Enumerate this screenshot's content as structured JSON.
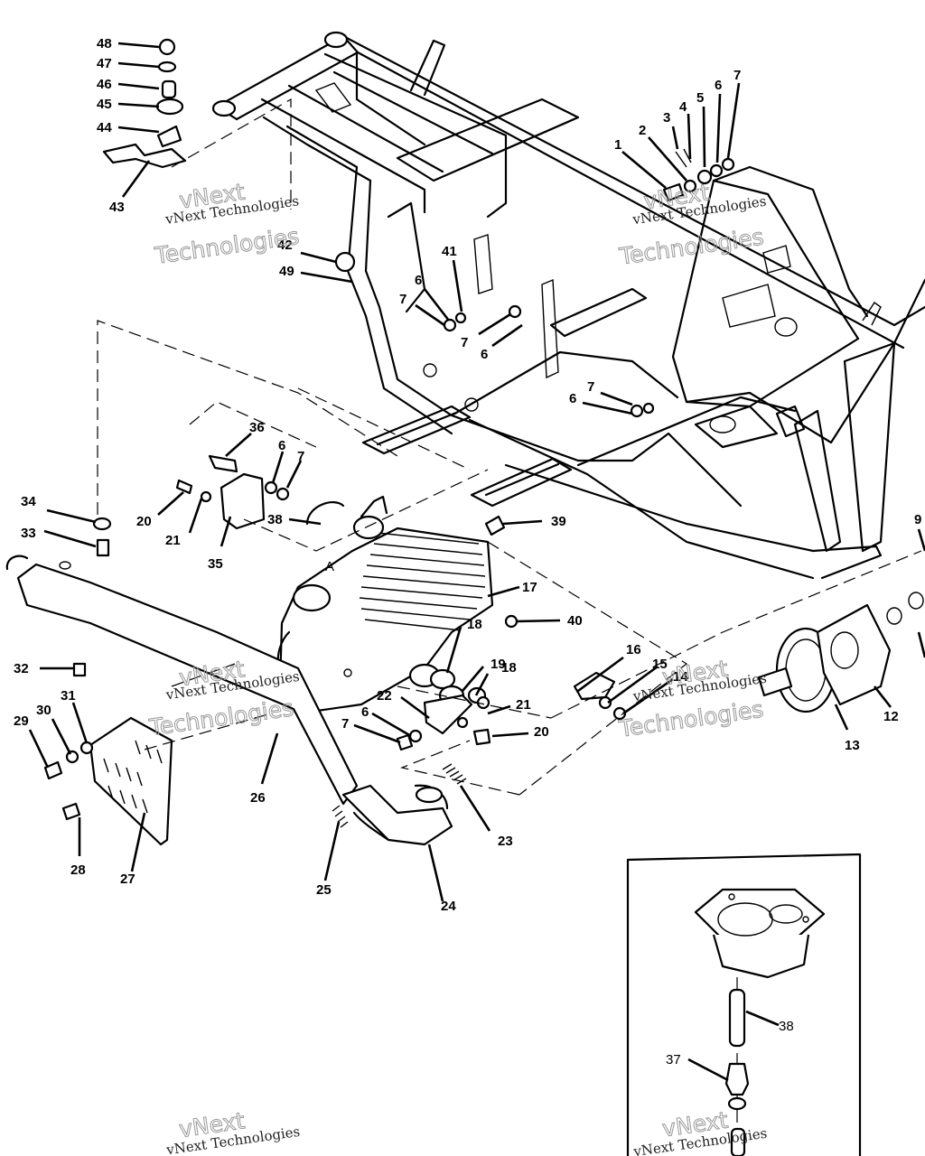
{
  "watermark": {
    "line1": "vNext",
    "line2": "vNext Technologies",
    "line3": "Technologies"
  },
  "detail_inset": {
    "labels": [
      "38",
      "37"
    ]
  },
  "callouts": {
    "c1": "1",
    "c2": "2",
    "c3": "3",
    "c4": "4",
    "c5": "5",
    "c6": "6",
    "c7": "7",
    "c9": "9",
    "c12": "12",
    "c13": "13",
    "c14": "14",
    "c15": "15",
    "c16": "16",
    "c17": "17",
    "c18a": "18",
    "c18b": "18",
    "c19": "19",
    "c20a": "20",
    "c20b": "20",
    "c21a": "21",
    "c21b": "21",
    "c22": "22",
    "c23": "23",
    "c24": "24",
    "c25": "25",
    "c26": "26",
    "c27": "27",
    "c28": "28",
    "c29": "29",
    "c30": "30",
    "c31": "31",
    "c32": "32",
    "c33": "33",
    "c34": "34",
    "c35": "35",
    "c36": "36",
    "c38": "38",
    "c39": "39",
    "c40": "40",
    "c41": "41",
    "c42": "42",
    "c43": "43",
    "c44": "44",
    "c45": "45",
    "c46": "46",
    "c47": "47",
    "c48": "48",
    "c49": "49",
    "c6b": "6",
    "c6c": "6",
    "c6d": "6",
    "c6e": "6",
    "c6f": "6",
    "c7b": "7",
    "c7c": "7",
    "c7d": "7",
    "c7e": "7",
    "engine_mark": "A"
  }
}
